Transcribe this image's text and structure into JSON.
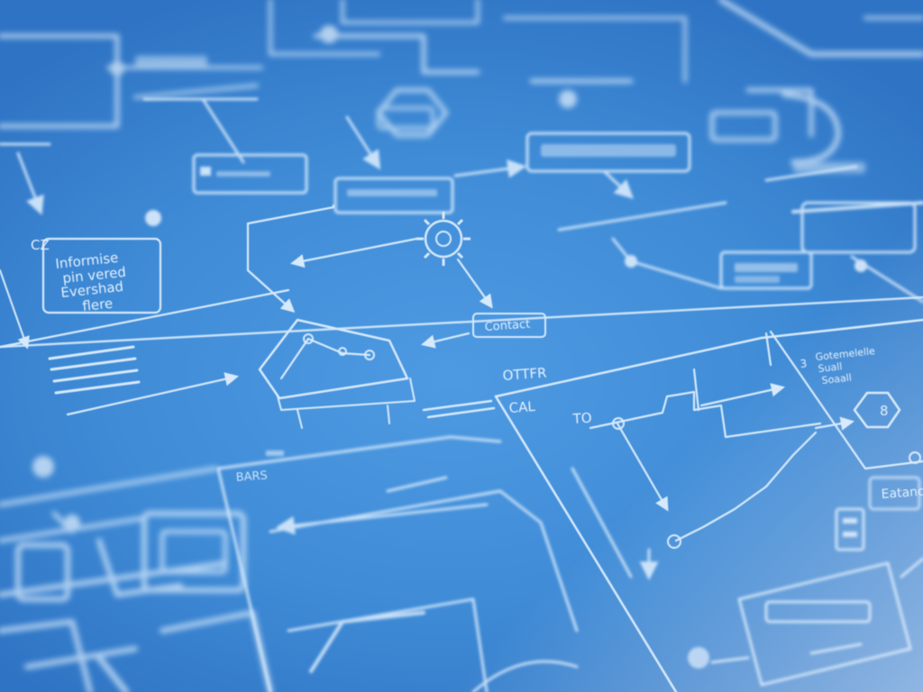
{
  "labels": {
    "cz": "CZ",
    "panel_line1": "Informise",
    "panel_line2": "pin vered",
    "panel_line3": "Evershad",
    "panel_line4": "flere",
    "contact": "Contact",
    "otter": "OTTFR",
    "cal": "CAL",
    "to": "TO",
    "bars": "BARS",
    "right_number": "3",
    "right_line1": "Gotemelelle",
    "right_line2": "Suall",
    "right_line3": "Soaall",
    "hex_value": "8",
    "bottom_right": "Eatanc"
  },
  "colors": {
    "background": "#3f8bd6",
    "line": "#d7eafc"
  }
}
